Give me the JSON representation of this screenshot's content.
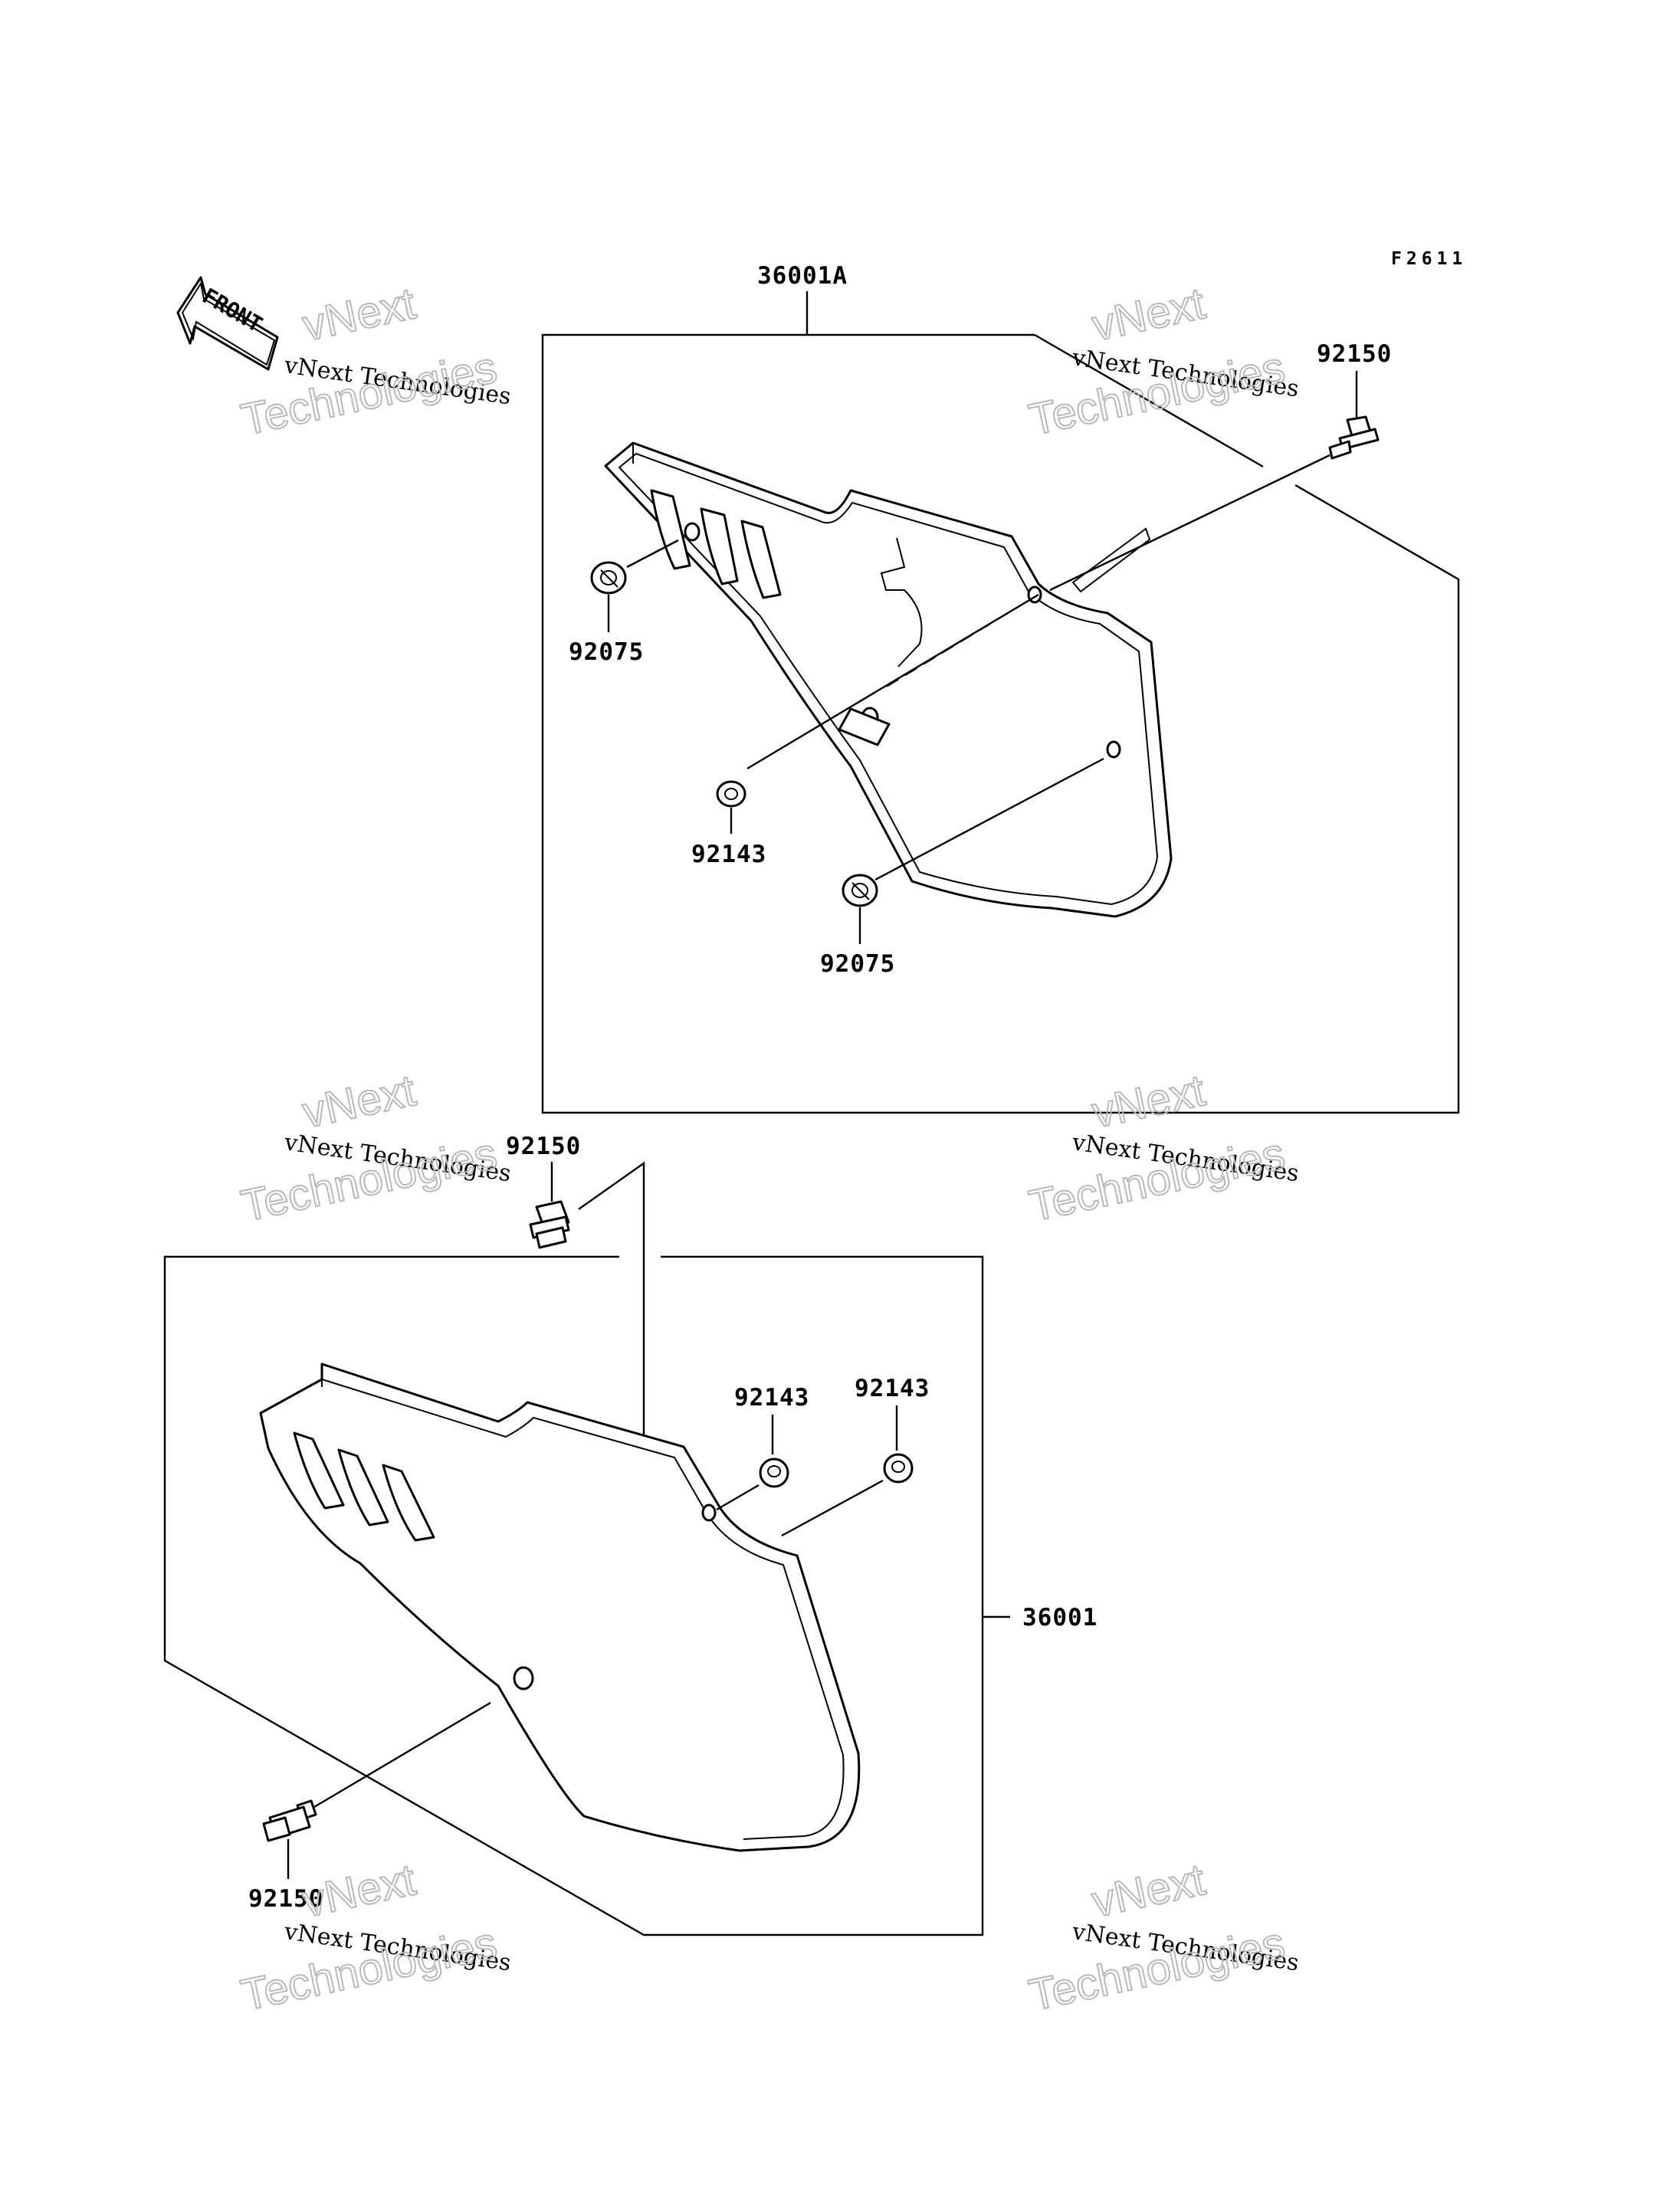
{
  "figure_code": "F2611",
  "front_indicator": "FRONT",
  "watermark": {
    "line1": "vNext Technologies",
    "line2": "vNext",
    "line3": "Technologies"
  },
  "labels": {
    "assembly_upper": "36001A",
    "assembly_lower": "36001",
    "bolt_upper_right": "92150",
    "bolt_middle": "92150",
    "bolt_lower": "92150",
    "grommet_upper": "92075",
    "grommet_lower": "92075",
    "collar_upper": "92143",
    "collar_lower_left": "92143",
    "collar_lower_right": "92143"
  }
}
